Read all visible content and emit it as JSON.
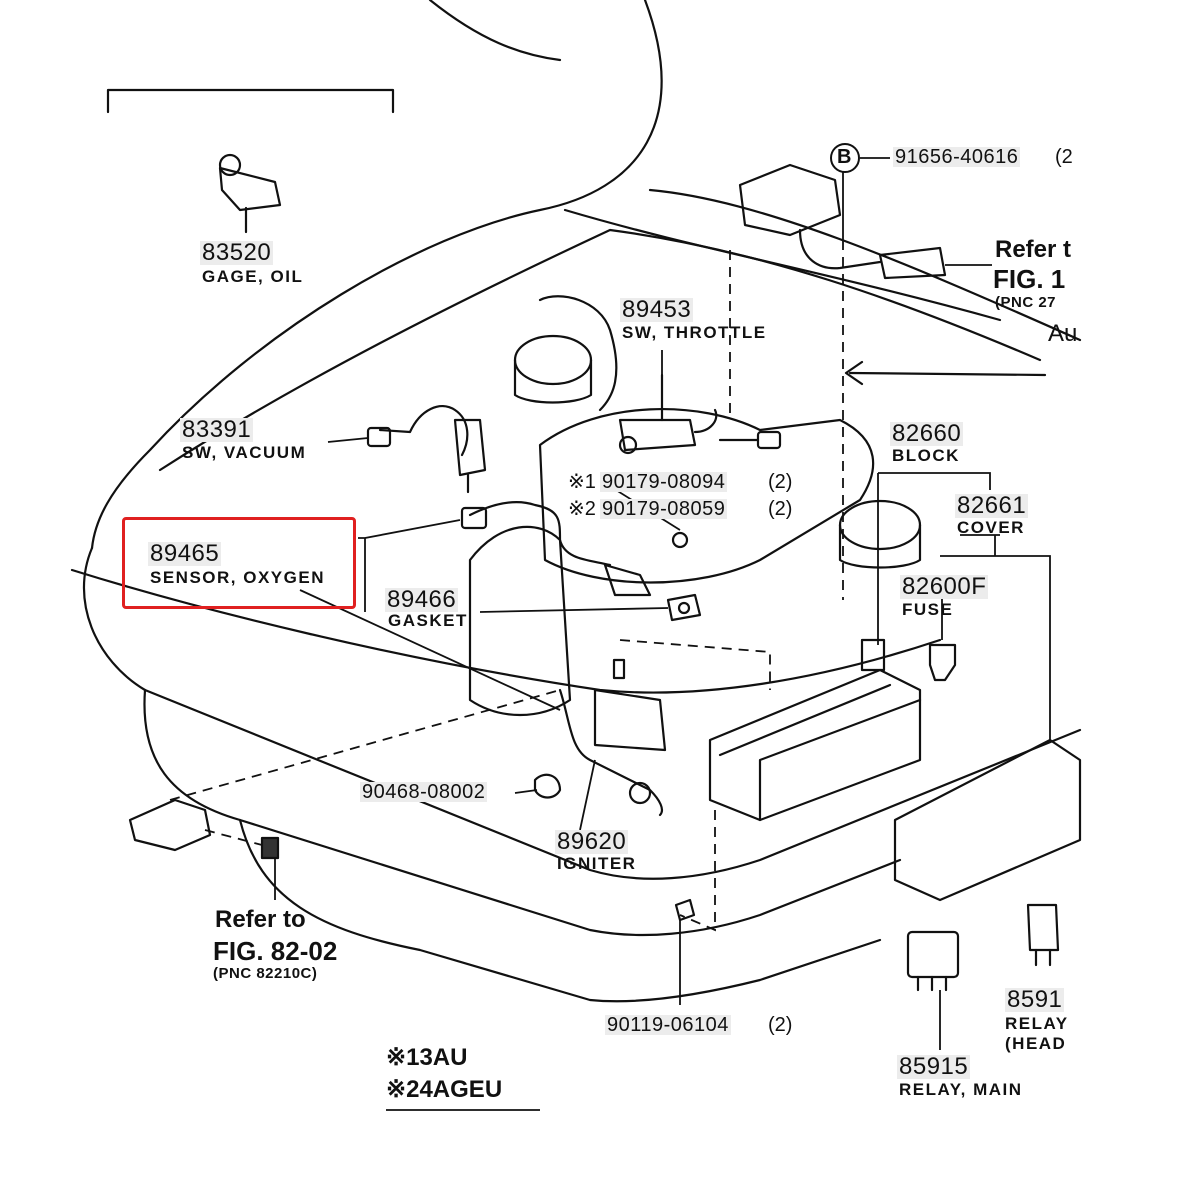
{
  "parts": {
    "p83520": {
      "number": "83520",
      "name": "GAGE, OIL"
    },
    "p89453": {
      "number": "89453",
      "name": "SW, THROTTLE"
    },
    "p83391": {
      "number": "83391",
      "name": "SW, VACUUM"
    },
    "p89465": {
      "number": "89465",
      "name": "SENSOR, OXYGEN"
    },
    "p89466": {
      "number": "89466",
      "name": "GASKET"
    },
    "p82660": {
      "number": "82660",
      "name": "BLOCK"
    },
    "p82661": {
      "number": "82661",
      "name": "COVER"
    },
    "p82600F": {
      "number": "82600F",
      "name": "FUSE"
    },
    "p89620": {
      "number": "89620",
      "name": "IGNITER"
    },
    "p85915": {
      "number": "85915",
      "name": "RELAY, MAIN"
    },
    "p85916": {
      "number": "8591",
      "name": "RELAY",
      "name2": "(HEAD"
    },
    "bolt1": {
      "number": "90179-08094",
      "qty": "(2)",
      "note": "※1"
    },
    "bolt2": {
      "number": "90179-08059",
      "qty": "(2)",
      "note": "※2"
    },
    "clip": {
      "number": "90468-08002"
    },
    "screw": {
      "number": "90119-06104",
      "qty": "(2)"
    },
    "bolt_b": {
      "number": "91656-40616",
      "qty": "(2",
      "marker": "B"
    }
  },
  "refs": {
    "left": {
      "refer": "Refer to",
      "fig": "FIG. 82-02",
      "pnc": "(PNC 82210C)"
    },
    "right": {
      "refer": "Refer t",
      "fig": "FIG. 1",
      "pnc": "(PNC 27",
      "extra": "Au"
    }
  },
  "notes": {
    "n1": "※13AU",
    "n2": "※24AGEU"
  },
  "highlight_color": "#e02020"
}
